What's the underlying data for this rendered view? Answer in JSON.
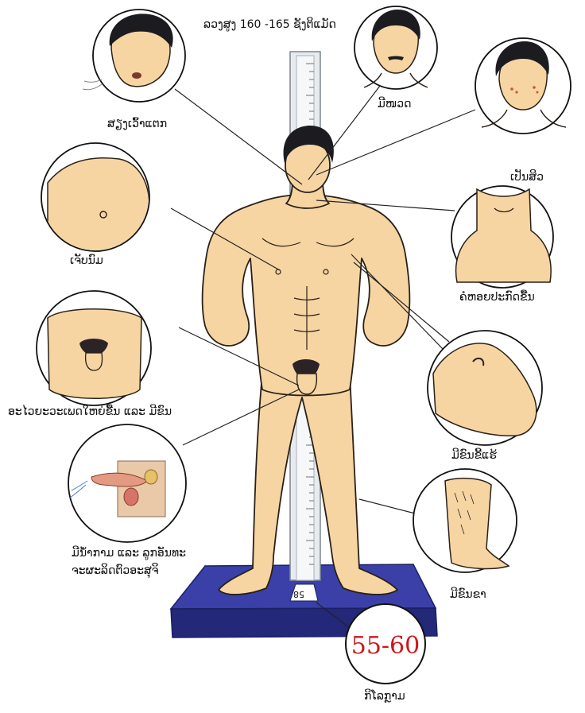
{
  "labels": {
    "height": "ລວງສູງ 160 -165 ຊັງຕິແມັດ",
    "voice": "ສຽງເວົ້າແຕກ",
    "mustache": "ມີໜວດ",
    "acne": "ເປັນສິວ",
    "breast": "ເຈັບນົມ",
    "adams_apple": "ຄໍຫອຍປະກົດຂື້ນ",
    "genitals": "ອະໄວຍະວະເພດໃຫຍ່ຂື້ນ ແລະ ມີຂົນ",
    "underarm": "ມີຂົນຂີ້ແຮ້",
    "semen_line1": "ມີນໍ້າກາມ ແລະ ລູກອັນທະ",
    "semen_line2": "ຈະຜະລິດຕົວອະສຸຈິ",
    "leg_hair": "ມີຂົນຂາ",
    "weight_value": "55-60",
    "weight_unit": "ກິໂລກຼາມ",
    "scale_plate": "58"
  },
  "colors": {
    "skin": "#f6d5a3",
    "outline": "#2a2017",
    "hair": "#1c1c20",
    "scale_platform": "#272c8f",
    "weight_text": "#d0161b"
  }
}
